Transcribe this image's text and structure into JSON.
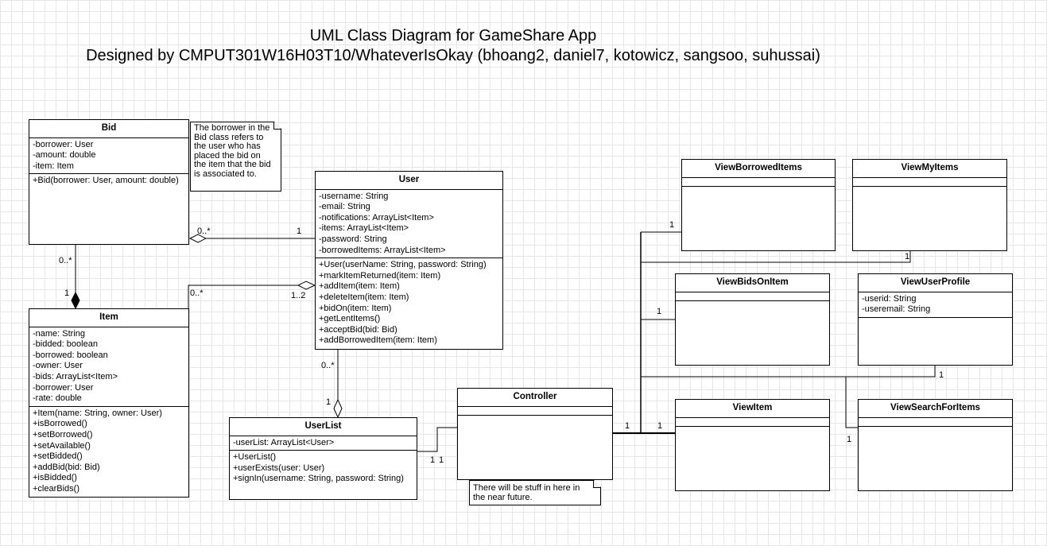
{
  "title": {
    "line1": "UML Class Diagram for GameShare App",
    "line2": "Designed by CMPUT301W16H03T10/WhateverIsOkay (bhoang2, daniel7, kotowicz, sangsoo, suhussai)"
  },
  "classes": {
    "bid": {
      "name": "Bid",
      "attributes": [
        "-borrower: User",
        "-amount: double",
        "-item: Item"
      ],
      "operations": [
        "+Bid(borrower: User, amount: double)"
      ]
    },
    "user": {
      "name": "User",
      "attributes": [
        "-username: String",
        "-email: String",
        "-notifications: ArrayList<Item>",
        "-items: ArrayList<Item>",
        "-password: String",
        "-borrowedItems: ArrayList<Item>"
      ],
      "operations": [
        "+User(userName: String, password: String)",
        "+markItemReturned(item: Item)",
        "+addItem(item: Item)",
        "+deleteItem(item: Item)",
        "+bidOn(item: Item)",
        "+getLentItems()",
        "+acceptBid(bid: Bid)",
        "+addBorrowedItem(item: Item)"
      ]
    },
    "item": {
      "name": "Item",
      "attributes": [
        "-name: String",
        "-bidded: boolean",
        "-borrowed: boolean",
        "-owner: User",
        "-bids: ArrayList<Item>",
        "-borrower: User",
        "-rate: double"
      ],
      "operations": [
        "+Item(name: String, owner: User)",
        "+isBorrowed()",
        "+setBorrowed()",
        "+setAvailable()",
        "+setBidded()",
        "+addBid(bid: Bid)",
        "+isBidded()",
        "+clearBids()"
      ]
    },
    "userlist": {
      "name": "UserList",
      "attributes": [
        "-userList: ArrayList<User>"
      ],
      "operations": [
        "+UserList()",
        "+userExists(user: User)",
        "+signIn(username: String, password: String)"
      ]
    },
    "controller": {
      "name": "Controller"
    },
    "viewborroweditems": {
      "name": "ViewBorrowedItems"
    },
    "viewmyitems": {
      "name": "ViewMyItems"
    },
    "viewbidsonitem": {
      "name": "ViewBidsOnItem"
    },
    "viewuserprofile": {
      "name": "ViewUserProfile",
      "attributes": [
        "-userid: String",
        "-useremail: String"
      ]
    },
    "viewitem": {
      "name": "ViewItem"
    },
    "viewsearchforitems": {
      "name": "ViewSearchForItems"
    }
  },
  "notes": {
    "bid_note": [
      "The borrower in the",
      "Bid class refers to",
      "the user who has",
      "placed the bid on",
      "the item that the bid",
      "is associated to."
    ],
    "controller_note": [
      "There will be stuff in here in",
      "the near future."
    ]
  },
  "multiplicities": {
    "bid_user_bid": "0..*",
    "bid_user_user": "1",
    "bid_item_bid": "0..*",
    "bid_item_item": "1",
    "user_item_item": "0..*",
    "user_item_user": "1..2",
    "user_userlist_user": "0..*",
    "user_userlist_list": "1",
    "userlist_controller_list": "1",
    "userlist_controller_ctrl": "1",
    "ctrl_borrowed": "1",
    "ctrl_myitems": "1",
    "ctrl_bids": "1",
    "ctrl_profile": "1",
    "ctrl_ctrl": "1",
    "ctrl_viewitem": "1",
    "ctrl_search": "1"
  }
}
